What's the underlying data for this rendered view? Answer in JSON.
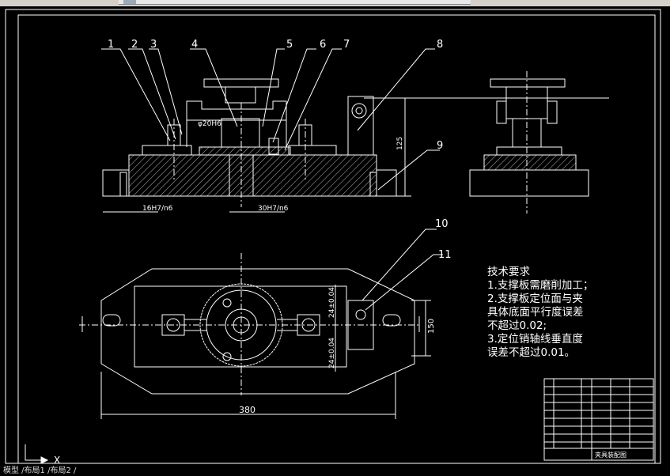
{
  "drawing": {
    "part_labels": [
      "1",
      "2",
      "3",
      "4",
      "5",
      "6",
      "7",
      "8",
      "9",
      "10",
      "11"
    ],
    "dimensions": {
      "front_hole": "φ20H6",
      "pin_left": "16H7/n6",
      "pin_center": "30H7/n6",
      "height": "125",
      "overall_length": "380",
      "overall_width": "150",
      "tol_upper": "24±0.04",
      "tol_lower": "24±0.04"
    }
  },
  "tech_requirements": {
    "heading": "技术要求",
    "lines": [
      "1.支撑板需磨削加工；",
      "2.支撑板定位面与夹",
      "具体底面平行度误差",
      "不超过0.02;",
      "3.定位销轴线垂直度",
      "误差不超过0.01。"
    ]
  },
  "title_block": {
    "name": "夹具装配图"
  },
  "status_bar": {
    "text": "模型 /布局1 /布局2 /"
  },
  "ucs": {
    "x_label": "X"
  },
  "colors": {
    "background": "#000000",
    "lines": "#ffffff",
    "hatch": "#cccccc"
  }
}
